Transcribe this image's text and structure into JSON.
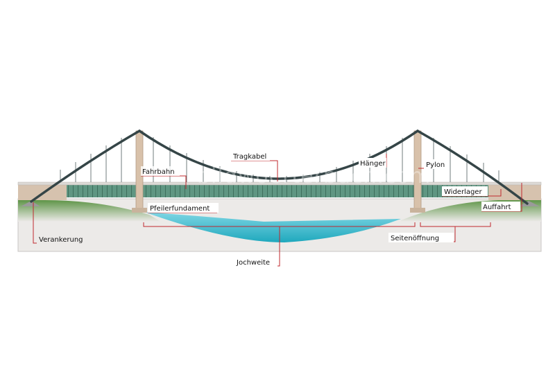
{
  "watermark": "bildwoerterbuch.com",
  "labels": {
    "tragkabel": "Tragkabel",
    "haenger": "Hänger",
    "pylon": "Pylon",
    "fahrbahn": "Fahrbahn",
    "widerlager": "Widerlager",
    "auffahrt": "Auffahrt",
    "pfeilerfundament": "Pfeilerfundament",
    "verankerung": "Verankerung",
    "seitenoeffnung": "Seitenöffnung",
    "jochweite": "Jochweite"
  },
  "colors": {
    "cable": "#354547",
    "pylon": "#d8c1aa",
    "deck": "#5d9480",
    "water": "#2cb9cc",
    "ground": "#5e9547",
    "abutment": "#d6c2ae",
    "leader": "#c0282e"
  }
}
